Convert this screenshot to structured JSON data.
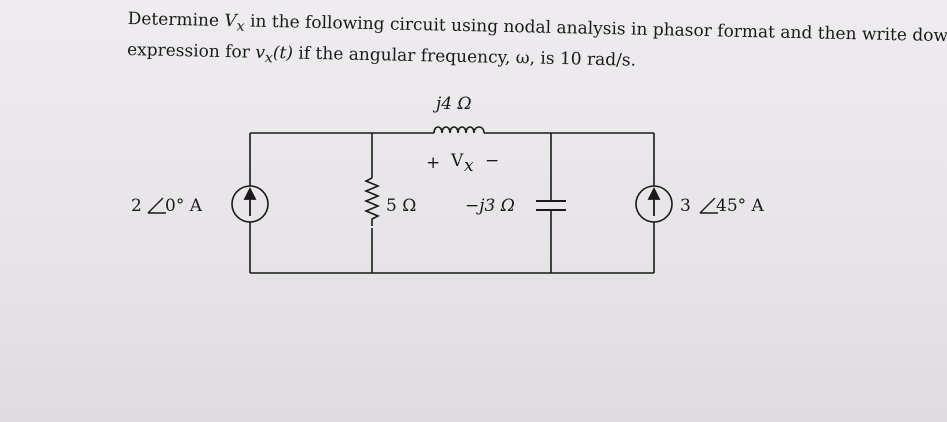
{
  "problem": {
    "line1_a": "Determine ",
    "line1_var": "V",
    "line1_sub": "x",
    "line1_b": " in the following circuit using nodal analysis in phasor format and then write down the",
    "line2_a": "expression for ",
    "line2_var": "v",
    "line2_sub": "x",
    "line2_t": "(t)",
    "line2_b": " if the angular frequency, ω, is 10 rad/s."
  },
  "circuit": {
    "inductor_label": "j4 Ω",
    "vx_plus": "+",
    "vx_label": "V",
    "vx_sub": "x",
    "vx_minus": "−",
    "resistor_label": "5 Ω",
    "capacitor_label": "−j3 Ω",
    "source_left_mag": "2",
    "source_left_angle": "0° A",
    "source_right_mag": "3",
    "source_right_angle": "45° A"
  }
}
